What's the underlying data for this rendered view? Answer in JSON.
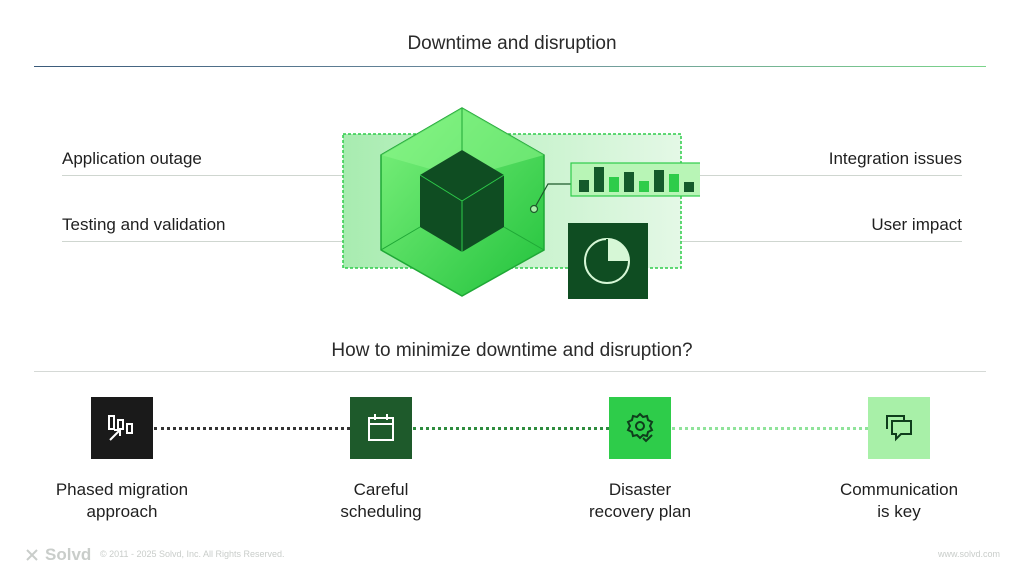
{
  "title": "Downtime and disruption",
  "issues_left": [
    {
      "label": "Application outage"
    },
    {
      "label": "Testing and validation"
    }
  ],
  "issues_right": [
    {
      "label": "Integration issues"
    },
    {
      "label": "User impact"
    }
  ],
  "question": "How to minimize downtime and disruption?",
  "steps": [
    {
      "label_line1": "Phased migration",
      "label_line2": "approach",
      "icon": "phased-migration-icon",
      "color": "#1a1a1a"
    },
    {
      "label_line1": "Careful",
      "label_line2": "scheduling",
      "icon": "calendar-icon",
      "color": "#1e5a2b"
    },
    {
      "label_line1": "Disaster",
      "label_line2": "recovery plan",
      "icon": "gear-check-icon",
      "color": "#2ecc4a"
    },
    {
      "label_line1": "Communication",
      "label_line2": "is key",
      "icon": "chat-bubbles-icon",
      "color": "#a8f0a8"
    }
  ],
  "footer": {
    "brand": "Solvd",
    "copyright": "© 2011 - 2025 Solvd, Inc. All Rights Reserved.",
    "url": "www.solvd.com"
  },
  "colors": {
    "accent_green": "#2ecc4a",
    "dark_green": "#1e5a2b",
    "light_green": "#a8f0a8"
  }
}
